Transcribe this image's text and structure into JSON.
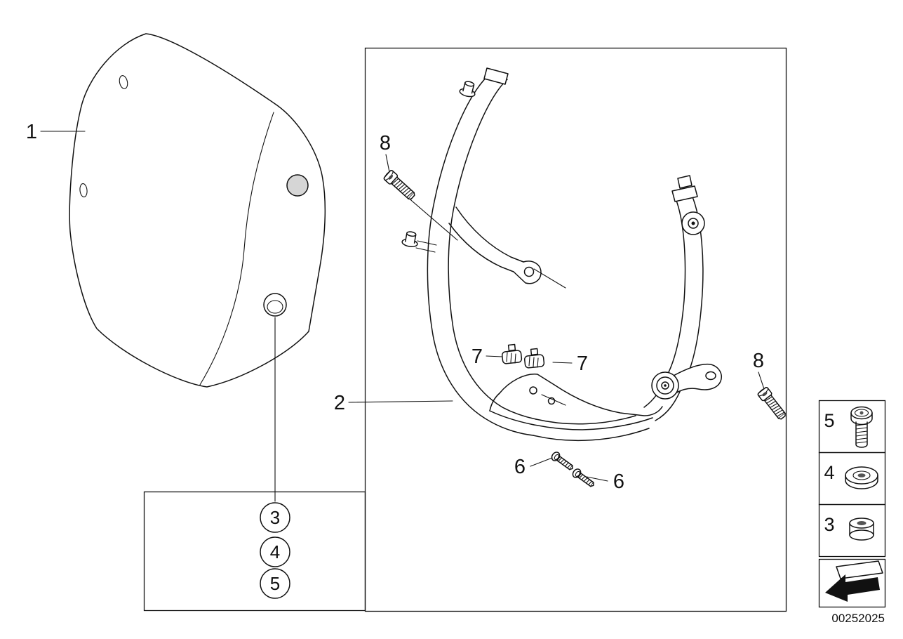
{
  "meta": {
    "drawing_number": "00252025",
    "background_color": "#ffffff",
    "line_color": "#111111"
  },
  "callouts": {
    "windshield": "1",
    "bracket": "2",
    "grommet": "3",
    "washer": "4",
    "screw": "5",
    "plate_screw": "6",
    "clamp": "7",
    "mount_bolt": "8"
  },
  "legend": {
    "items": [
      {
        "label": "5",
        "icon": "screw-icon"
      },
      {
        "label": "4",
        "icon": "washer-icon"
      },
      {
        "label": "3",
        "icon": "grommet-icon"
      },
      {
        "label": "",
        "icon": "page-arrow-icon"
      }
    ]
  }
}
